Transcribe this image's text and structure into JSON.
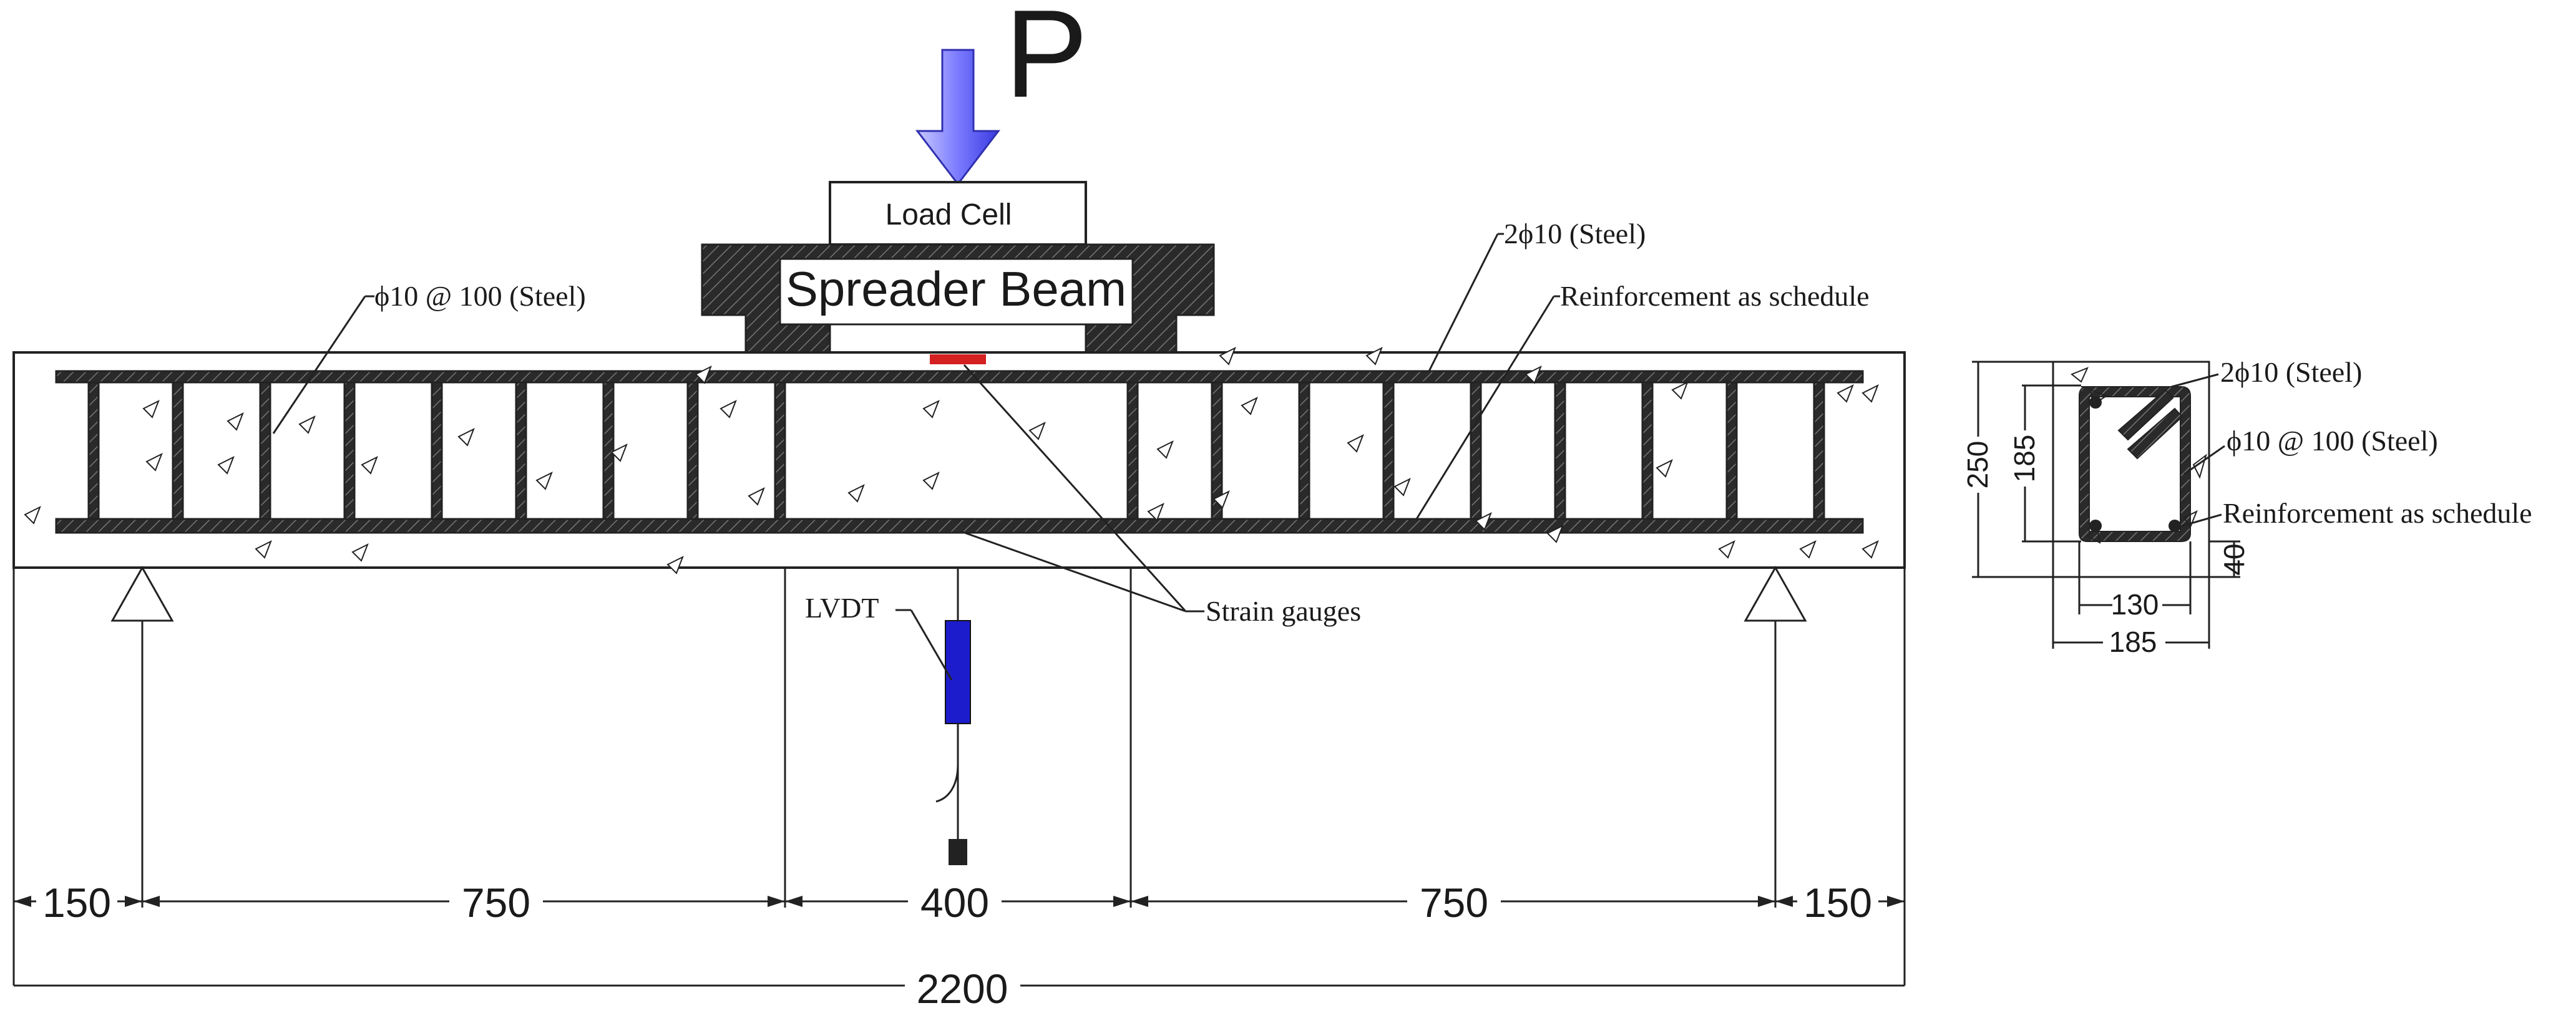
{
  "load": {
    "label": "P",
    "color": "#7b7bff"
  },
  "load_cell": {
    "label": "Load Cell"
  },
  "spreader": {
    "label": "Spreader Beam"
  },
  "labels": {
    "stirrups": "ϕ10 @ 100 (Steel)",
    "top_bars": "2ϕ10 (Steel)",
    "reinforcement": "Reinforcement as schedule",
    "lvdt": "LVDT",
    "strain_gauges": "Strain gauges"
  },
  "dimensions": {
    "segments": [
      "150",
      "750",
      "400",
      "750",
      "150"
    ],
    "total": "2200"
  },
  "section": {
    "height": "250",
    "inner_height": "185",
    "cover": "40",
    "inner_width": "130",
    "width": "185",
    "top_bars": "2ϕ10 (Steel)",
    "stirrups": "ϕ10 @ 100 (Steel)",
    "reinforcement": "Reinforcement as schedule"
  },
  "colors": {
    "strain_gauge": "#d42020",
    "lvdt": "#1c1ccc",
    "concrete_hatch": "#2a2a2a"
  }
}
